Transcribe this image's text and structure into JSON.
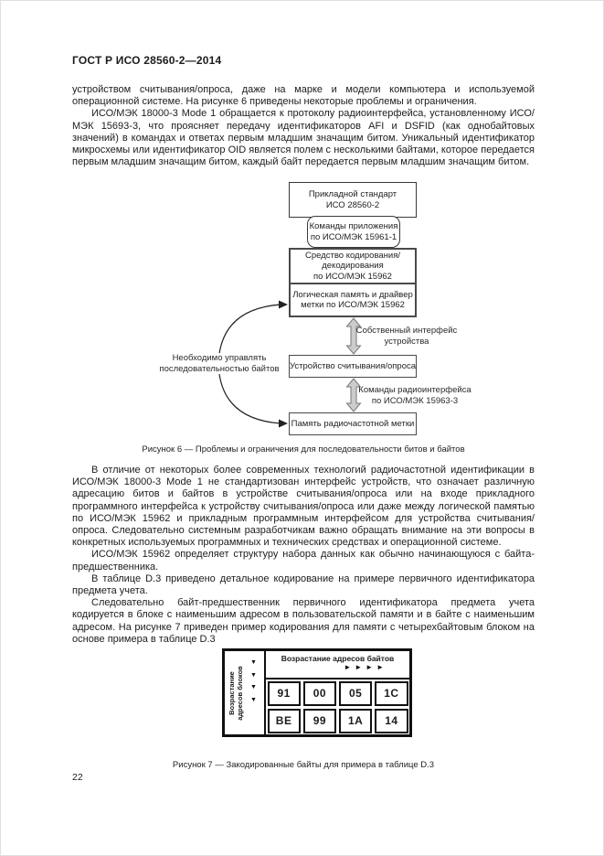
{
  "page": {
    "header": "ГОСТ Р ИСО 28560-2—2014",
    "page_number": "22"
  },
  "paragraphs": {
    "p1": "устройством считывания/опроса, даже на марке и модели компьютера и используемой операционной системе. На рисунке 6 приведены некоторые проблемы и ограничения.",
    "p2": "ИСО/МЭК 18000-3 Mode 1 обращается к протоколу радиоинтерфейса, установленному ИСО/МЭК 15693-3, что проясняет передачу идентификаторов AFI и DSFID (как однобайтовых значений) в командах и ответах первым младшим значащим битом. Уникальный идентификатор микросхемы или идентификатор OID является полем с несколькими байтами, которое передается первым младшим значащим битом, каждый байт передается первым младшим значащим битом.",
    "p3": "В отличие от некоторых более современных технологий радиочастотной идентификации в ИСО/МЭК 18000-3 Mode 1 не стандартизован интерфейс устройств, что означает различную адресацию битов и байтов в устройстве считывания/опроса или на входе прикладного программного интерфейса к устройству считывания/опроса или даже между логической памятью по ИСО/МЭК 15962 и прикладным программным интерфейсом для устройства считывания/опроса. Следовательно системным разработчикам важно обращать внимание на эти вопросы в конкретных используемых программных и технических средствах и операционной системе.",
    "p4": "ИСО/МЭК 15962 определяет структуру набора данных как обычно начинающуюся с байта-предшественника.",
    "p5": "В таблице D.3 приведено детальное кодирование на примере первичного идентификатора предмета учета.",
    "p6": "Следовательно байт-предшественник первичного идентификатора предмета учета кодируется в блоке с наименьшим адресом в пользовательской памяти и в байте с наименьшим адресом. На рисунке 7 приведен пример кодирования для памяти с четырехбайтовым блоком на основе примера в таблице D.3"
  },
  "figure6": {
    "caption": "Рисунок 6 — Проблемы и ограничения для последовательности битов и байтов",
    "box_application_standard": "Прикладной стандарт\nИСО 28560-2",
    "box_application_commands": "Команды приложения\nпо ИСО/МЭК 15961-1",
    "box_encoder": "Средство кодирования/\nдекодирования\nпо ИСО/МЭК 15962",
    "box_logical_memory": "Логическая память и драйвер\nметки по ИСО/МЭК 15962",
    "box_interrogator": "Устройство считывания/опроса",
    "box_tag_memory": "Память радиочастотной метки",
    "label_device_interface": "Собственный интерфейс\nустройства",
    "label_air_commands": "Команды радиоинтерфейса\nпо ИСО/МЭК 15963-3",
    "note_byte_order": "Необходимо управлять\nпоследовательностью байтов"
  },
  "figure7": {
    "caption": "Рисунок 7 — Закодированные байты для примера в таблице D.3",
    "col_axis_label": "Возрастание адресов байтов",
    "row_axis_lines": [
      "Возрастание",
      "адресов блоков"
    ],
    "rows": [
      [
        "91",
        "00",
        "05",
        "1C"
      ],
      [
        "BE",
        "99",
        "1A",
        "14"
      ]
    ]
  },
  "icons": {
    "down_triangle": "▼",
    "right_triangles": "►►►►"
  },
  "colors": {
    "text": "#1c1c1c",
    "arrow_fill": "#cccccc",
    "arrow_stroke": "#777777",
    "line": "#222222"
  }
}
